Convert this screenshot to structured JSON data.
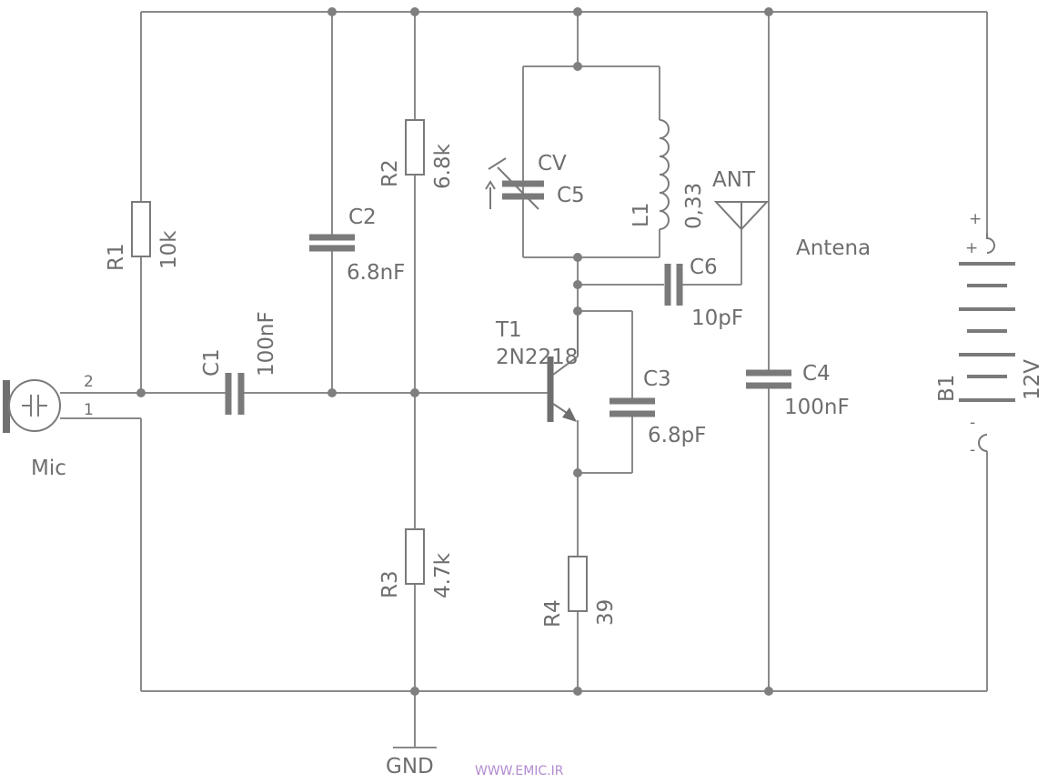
{
  "components": {
    "r1": {
      "ref": "R1",
      "value": "10k"
    },
    "r2": {
      "ref": "R2",
      "value": "6.8k"
    },
    "r3": {
      "ref": "R3",
      "value": "4.7k"
    },
    "r4": {
      "ref": "R4",
      "value": "39"
    },
    "c1": {
      "ref": "C1",
      "value": "100nF"
    },
    "c2": {
      "ref": "C2",
      "value": "6.8nF"
    },
    "c3": {
      "ref": "C3",
      "value": "6.8pF"
    },
    "c4": {
      "ref": "C4",
      "value": "100nF"
    },
    "c5": {
      "ref": "C5",
      "label": "CV"
    },
    "c6": {
      "ref": "C6",
      "value": "10pF"
    },
    "l1": {
      "ref": "L1",
      "value": "0,33"
    },
    "t1": {
      "ref": "T1",
      "value": "2N2218"
    },
    "b1": {
      "ref": "B1",
      "value": "12V",
      "plus": "+",
      "minus": "-"
    },
    "mic": {
      "label": "Mic",
      "pin2": "2",
      "pin1": "1"
    },
    "ant": {
      "label": "ANT",
      "name": "Antena"
    },
    "gnd": {
      "label": "GND"
    }
  },
  "watermark": "WWW.EMIC.IR",
  "colors": {
    "wire": "#8a8a8a",
    "text": "#6e6e6e",
    "watermark": "#b28bd0"
  }
}
